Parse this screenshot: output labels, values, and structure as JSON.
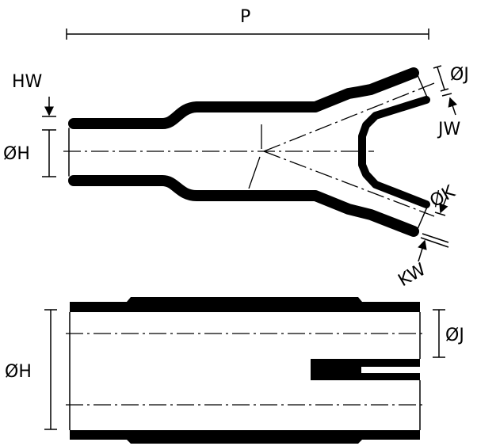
{
  "labels": {
    "p": "P",
    "hw": "HW",
    "h_top": "ØH",
    "j_top": "ØJ",
    "jw": "JW",
    "k": "ØK",
    "kw": "KW",
    "h_bottom": "ØH",
    "j_bottom": "ØJ"
  },
  "colors": {
    "ink": "#000000",
    "background": "#ffffff"
  }
}
